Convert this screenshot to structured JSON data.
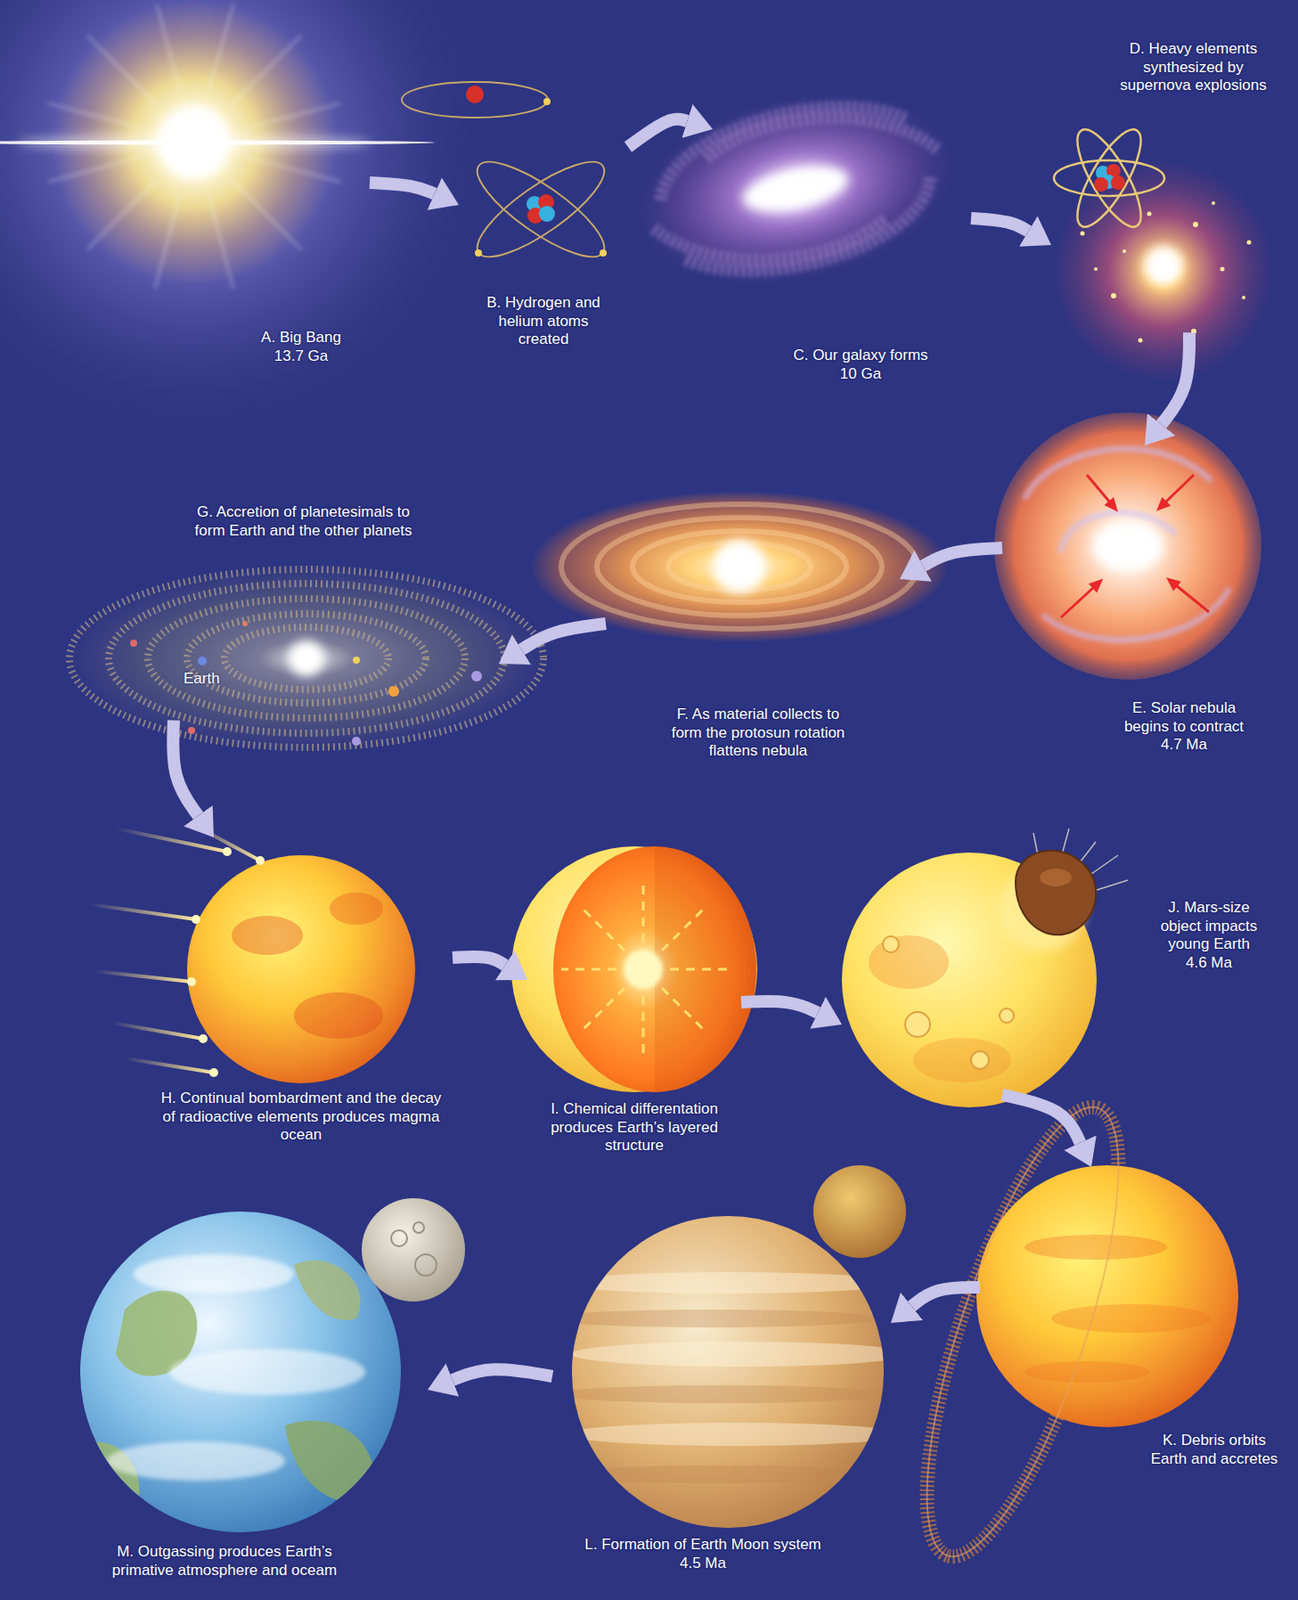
{
  "diagram": {
    "nodes": [
      {
        "text": [
          "A. Big Bang",
          "13.7 Ga"
        ]
      },
      {
        "text": [
          "B. Hydrogen and helium atoms created"
        ]
      },
      {
        "text": [
          "C. Our galaxy forms",
          "10 Ga"
        ]
      },
      {
        "text": [
          "D. Heavy elements synthesized by supernova explosions"
        ]
      },
      {
        "text": [
          "E. Solar nebula begins to contract",
          "4.7 Ma"
        ]
      },
      {
        "text": [
          "F. As material collects to form the protosun rotation flattens nebula"
        ]
      },
      {
        "text": [
          "G. Accretion of planetesimals to form Earth and the other planets"
        ]
      },
      {
        "text": [
          "H. Continual bombardment and the decay of radioactive elements produces magma ocean"
        ]
      },
      {
        "text": [
          "I. Chemical differentation produces Earth’s layered structure"
        ]
      },
      {
        "text": [
          "J. Mars-size object impacts young Earth",
          "4.6 Ma"
        ]
      },
      {
        "text": [
          "K. Debris orbits Earth and accretes"
        ]
      },
      {
        "text": [
          "L. Formation of Earth Moon system",
          "4.5 Ma"
        ]
      },
      {
        "text": [
          "M. Outgassing produces Earth’s primative atmosphere and oceam"
        ]
      }
    ],
    "edges": [
      {
        "from": 0,
        "to": 1,
        "arrow": "to"
      },
      {
        "from": 1,
        "to": 2,
        "arrow": "to"
      },
      {
        "from": 2,
        "to": 3,
        "arrow": "to"
      },
      {
        "from": 3,
        "to": 4,
        "arrow": "to"
      },
      {
        "from": 4,
        "to": 5,
        "arrow": "to"
      },
      {
        "from": 5,
        "to": 6,
        "arrow": "to"
      },
      {
        "from": 6,
        "to": 7,
        "arrow": "to"
      },
      {
        "from": 7,
        "to": 8,
        "arrow": "to"
      },
      {
        "from": 8,
        "to": 9,
        "arrow": "to"
      },
      {
        "from": 9,
        "to": 10,
        "arrow": "to"
      },
      {
        "from": 10,
        "to": 11,
        "arrow": "to"
      },
      {
        "from": 11,
        "to": 12,
        "arrow": "to"
      }
    ],
    "labels": [
      "Earth"
    ]
  }
}
